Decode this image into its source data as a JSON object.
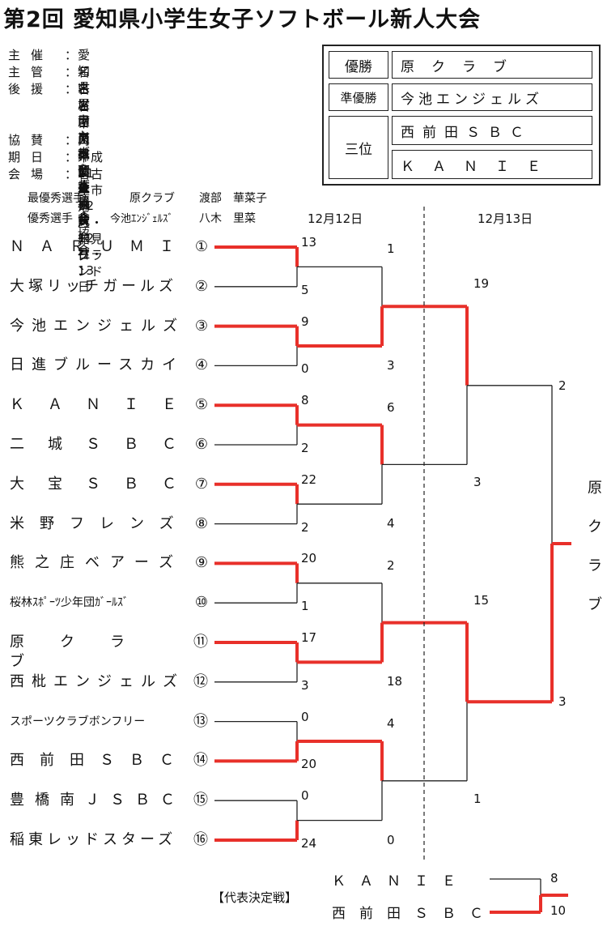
{
  "title": "第2回 愛知県小学生女子ソフトボール新人大会",
  "info": [
    {
      "label": "主催",
      "value": "愛知県ソフトボール協会"
    },
    {
      "label": "主管",
      "value": "名古屋市ソフトボール協会"
    },
    {
      "label": "後援",
      "value": "名古屋市教育委員会"
    },
    {
      "label": "",
      "value": "名古屋市体育協会"
    },
    {
      "label": "",
      "value": "中日新聞社"
    },
    {
      "label": "協賛",
      "value": "内外ゴム株式会社"
    },
    {
      "label": "期日",
      "value": "平成21年 12月12日・13日"
    },
    {
      "label": "会場",
      "value": "名古屋市港区・船見グランド"
    }
  ],
  "results": {
    "champion_label": "優勝",
    "champion": "原　ク　ラ　ブ",
    "runnerup_label": "準優勝",
    "runnerup": "今池エンジェルズ",
    "third_label": "三位",
    "third": [
      "西前田ＳＢＣ",
      "ＫＡＮＩＥ"
    ]
  },
  "awards": {
    "mvp_label": "最優秀選手",
    "mvp_team": "原クラブ",
    "mvp_name": "渡部　華菜子",
    "excellent_label": "優秀選手",
    "excellent_team": "今池ｴﾝｼﾞｪﾙｽﾞ",
    "excellent_name": "八木　里菜"
  },
  "dates": {
    "day1": "12月12日",
    "day2": "12月13日"
  },
  "teams": [
    {
      "name": "ＮＡＲＵＭＩ",
      "num": "①",
      "score": "13"
    },
    {
      "name": "大塚リッチガールズ",
      "num": "②",
      "score": "5"
    },
    {
      "name": "今池エンジェルズ",
      "num": "③",
      "score": "9"
    },
    {
      "name": "日進ブルースカイ",
      "num": "④",
      "score": "0"
    },
    {
      "name": "ＫＡＮＩＥ",
      "num": "⑤",
      "score": "8"
    },
    {
      "name": "二城ＳＢＣ",
      "num": "⑥",
      "score": "2"
    },
    {
      "name": "大宝ＳＢＣ",
      "num": "⑦",
      "score": "22"
    },
    {
      "name": "米野フレンズ",
      "num": "⑧",
      "score": "2"
    },
    {
      "name": "熊之庄ベアーズ",
      "num": "⑨",
      "score": "20"
    },
    {
      "name": "桜林ｽﾎﾟｰﾂ少年団ｶﾞｰﾙｽﾞ",
      "num": "⑩",
      "score": "1"
    },
    {
      "name": "原クラブ",
      "num": "⑪",
      "score": "17"
    },
    {
      "name": "西枇エンジェルズ",
      "num": "⑫",
      "score": "3"
    },
    {
      "name": "スポーツクラブボンフリー",
      "num": "⑬",
      "score": "0"
    },
    {
      "name": "西前田ＳＢＣ",
      "num": "⑭",
      "score": "20"
    },
    {
      "name": "豊橋南ＪＳＢＣ",
      "num": "⑮",
      "score": "0"
    },
    {
      "name": "稲東レッドスターズ",
      "num": "⑯",
      "score": "24"
    }
  ],
  "round2_scores": [
    "1",
    "3",
    "6",
    "4",
    "2",
    "18",
    "4",
    "0"
  ],
  "semi_scores": [
    "19",
    "3",
    "15",
    "1"
  ],
  "final_scores": [
    "2",
    "3"
  ],
  "champion_vertical": [
    "原",
    "ク",
    "ラ",
    "ブ"
  ],
  "playoff": {
    "title": "【代表決定戦】",
    "teams": [
      {
        "name": "Ｋ　Ａ　Ｎ　Ｉ　Ｅ",
        "score": "8"
      },
      {
        "name": "西　前　田　Ｓ　Ｂ　Ｃ",
        "score": "10"
      }
    ]
  },
  "colors": {
    "winner_line": "#e8302a",
    "line": "#222222"
  }
}
